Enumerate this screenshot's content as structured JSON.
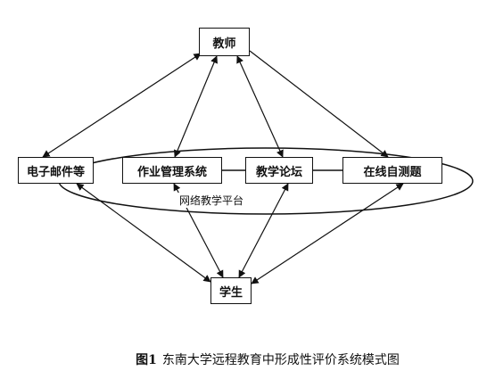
{
  "nodes": {
    "teacher": "教师",
    "email": "电子邮件等",
    "homework": "作业管理系统",
    "forum": "教学论坛",
    "selftest": "在线自测题",
    "student": "学生"
  },
  "platform_label": "网络教学平台",
  "caption": {
    "figure_number": "图1",
    "text": "东南大学远程教育中形成性评价系统模式图"
  },
  "colors": {
    "line": "#111111",
    "background": "#ffffff"
  }
}
